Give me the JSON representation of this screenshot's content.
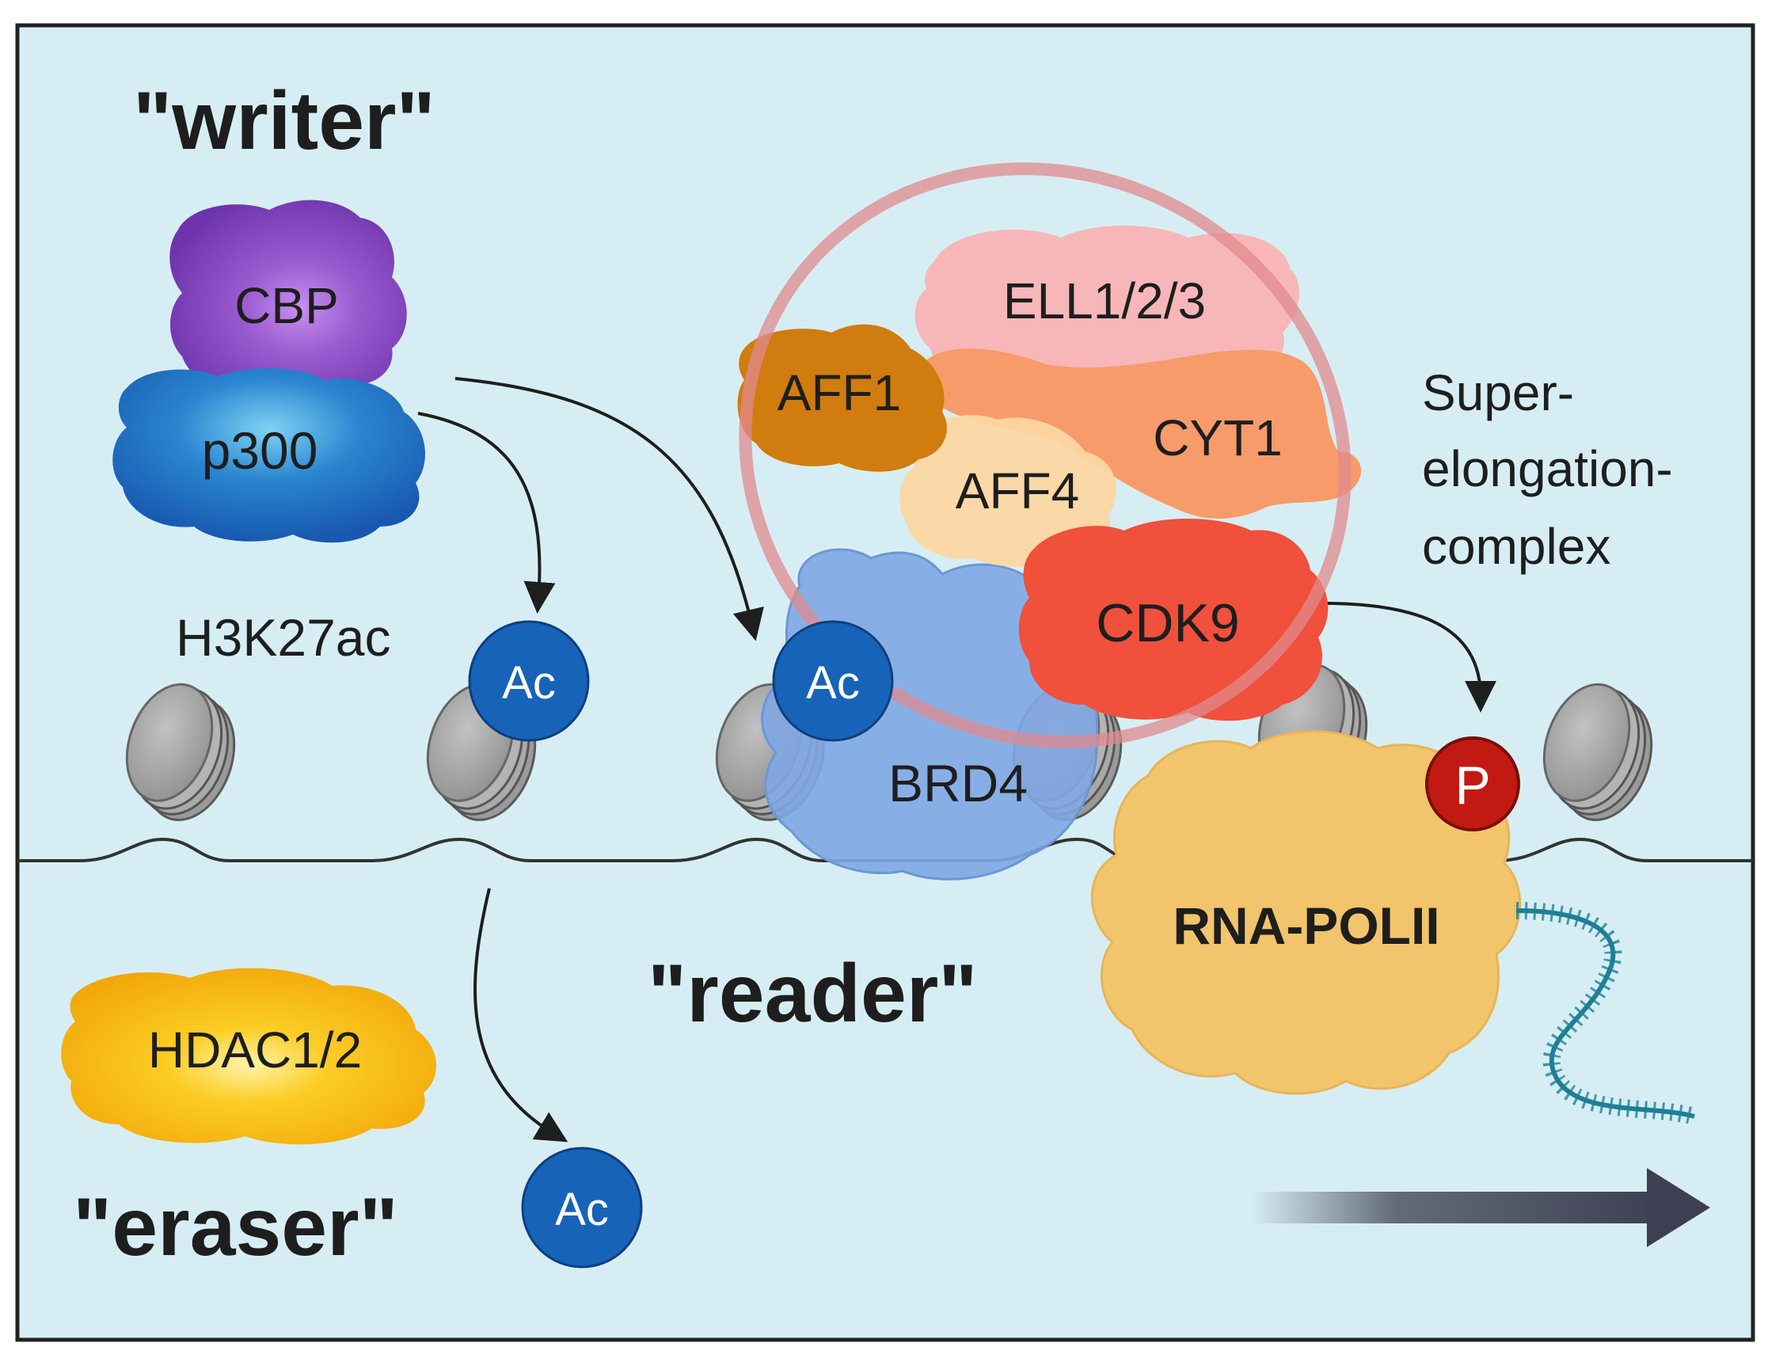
{
  "roles": {
    "writer": "\"writer\"",
    "reader": "\"reader\"",
    "eraser": "\"eraser\""
  },
  "proteins": {
    "cbp": "CBP",
    "p300": "p300",
    "hdac": "HDAC1/2",
    "ell": "ELL1/2/3",
    "aff1": "AFF1",
    "aff4": "AFF4",
    "cyt1": "CYT1",
    "cdk9": "CDK9",
    "brd4": "BRD4",
    "rnapol": "RNA-POLII"
  },
  "marks": {
    "h3k27ac": "H3K27ac",
    "ac": "Ac",
    "p": "P"
  },
  "complex_label": {
    "line1": "Super-",
    "line2": "elongation-",
    "line3": "complex"
  },
  "colors": {
    "background": "#d6eef3",
    "cbp": "#8e50c2",
    "p300": "#2a7dc8",
    "hdac": "#f7b90c",
    "ell": "#f9b3b4",
    "aff1": "#d07c0e",
    "aff4": "#fcd6a2",
    "cyt1": "#f79b6b",
    "cdk9": "#f0503c",
    "brd4": "#7fa7e3",
    "rnapol": "#f2c46c",
    "ac_badge": "#1763b8",
    "p_badge": "#c21a12",
    "sec_circle": "#e08a8e",
    "nucleosome": "#a7a7a7",
    "rna": "#1e7f96",
    "direction_arrow": "#3d3f52"
  }
}
